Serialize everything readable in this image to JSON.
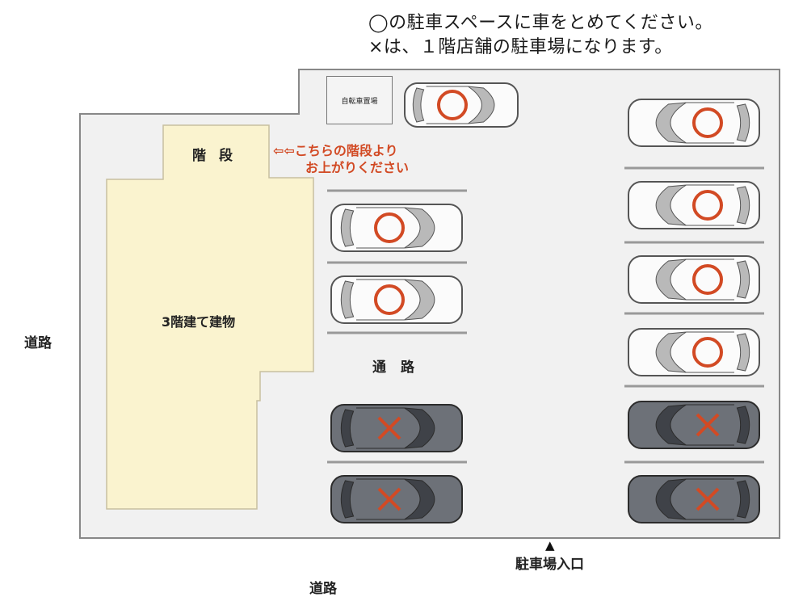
{
  "notice": {
    "line1": "◯の駐車スペースに車をとめてください。",
    "line2": "×は、１階店舗の駐車場になります。"
  },
  "labels": {
    "road_left": "道路",
    "road_bottom": "道路",
    "entrance": "駐車場入口",
    "entrance_arrow": "▲",
    "stairs": "階段",
    "building": "3階建て建物",
    "aisle": "通路",
    "bicycle": "自転車置場"
  },
  "guide": {
    "line1": "⇦⇦こちらの階段より",
    "line2": "お上がりください"
  },
  "colors": {
    "accent": "#d24a24",
    "building_fill": "#faf3cf",
    "lot_fill": "#f1f1f1",
    "car_white": "#fbfbfb",
    "car_dark": "#6d7178"
  },
  "spaces": [
    {
      "id": "top",
      "status": "available",
      "car": "white",
      "mark": "circle"
    },
    {
      "id": "l1",
      "status": "available",
      "car": "white",
      "mark": "circle"
    },
    {
      "id": "l2",
      "status": "available",
      "car": "white",
      "mark": "circle"
    },
    {
      "id": "l3",
      "status": "reserved",
      "car": "dark",
      "mark": "cross"
    },
    {
      "id": "l4",
      "status": "reserved",
      "car": "dark",
      "mark": "cross"
    },
    {
      "id": "r1",
      "status": "available",
      "car": "white",
      "mark": "circle"
    },
    {
      "id": "r2",
      "status": "available",
      "car": "white",
      "mark": "circle"
    },
    {
      "id": "r3",
      "status": "available",
      "car": "white",
      "mark": "circle"
    },
    {
      "id": "r4",
      "status": "available",
      "car": "white",
      "mark": "circle"
    },
    {
      "id": "r5",
      "status": "reserved",
      "car": "dark",
      "mark": "cross"
    },
    {
      "id": "r6",
      "status": "reserved",
      "car": "dark",
      "mark": "cross"
    }
  ]
}
